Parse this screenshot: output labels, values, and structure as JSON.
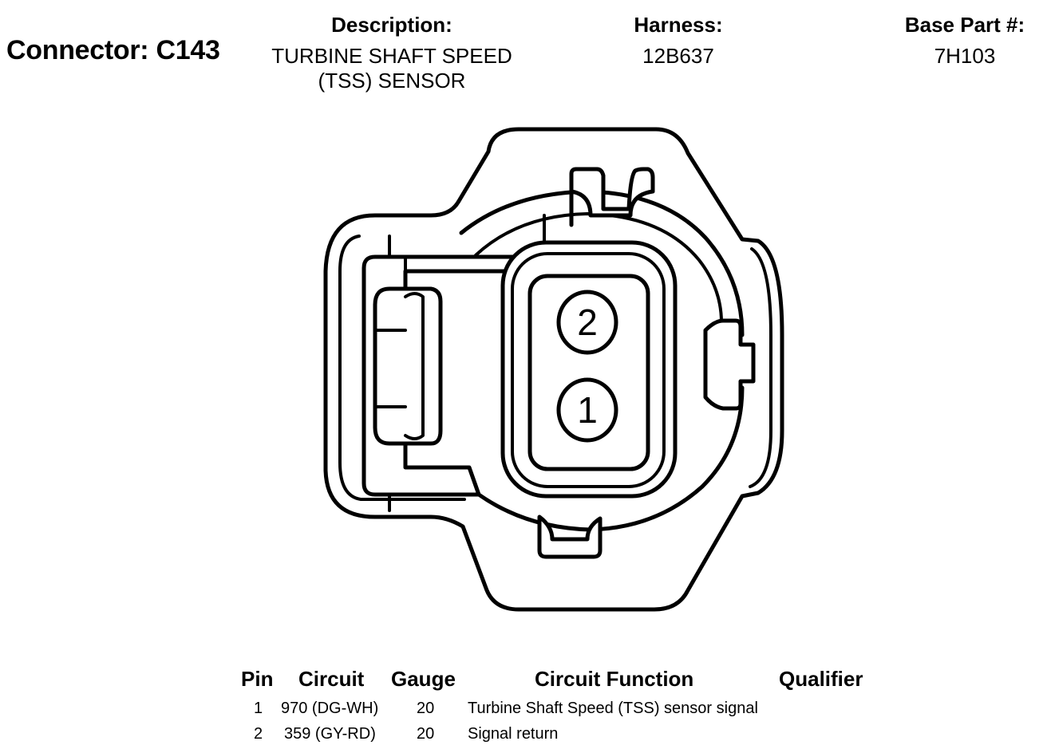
{
  "header": {
    "connector_title": "Connector: C143",
    "description_label": "Description:",
    "description_line1": "TURBINE SHAFT SPEED",
    "description_line2": "(TSS) SENSOR",
    "harness_label": "Harness:",
    "harness_value": "12B637",
    "base_part_label": "Base Part #:",
    "base_part_value": "7H103"
  },
  "connector": {
    "pin_top": "2",
    "pin_bottom": "1",
    "line_color": "#000000",
    "fill_color": "#ffffff"
  },
  "pin_table": {
    "columns": {
      "pin": "Pin",
      "circuit": "Circuit",
      "gauge": "Gauge",
      "function": "Circuit Function",
      "qualifier": "Qualifier"
    },
    "rows": [
      {
        "pin": "1",
        "circuit": "970 (DG-WH)",
        "gauge": "20",
        "function": "Turbine Shaft Speed (TSS) sensor signal",
        "qualifier": ""
      },
      {
        "pin": "2",
        "circuit": "359 (GY-RD)",
        "gauge": "20",
        "function": "Signal return",
        "qualifier": ""
      }
    ]
  }
}
